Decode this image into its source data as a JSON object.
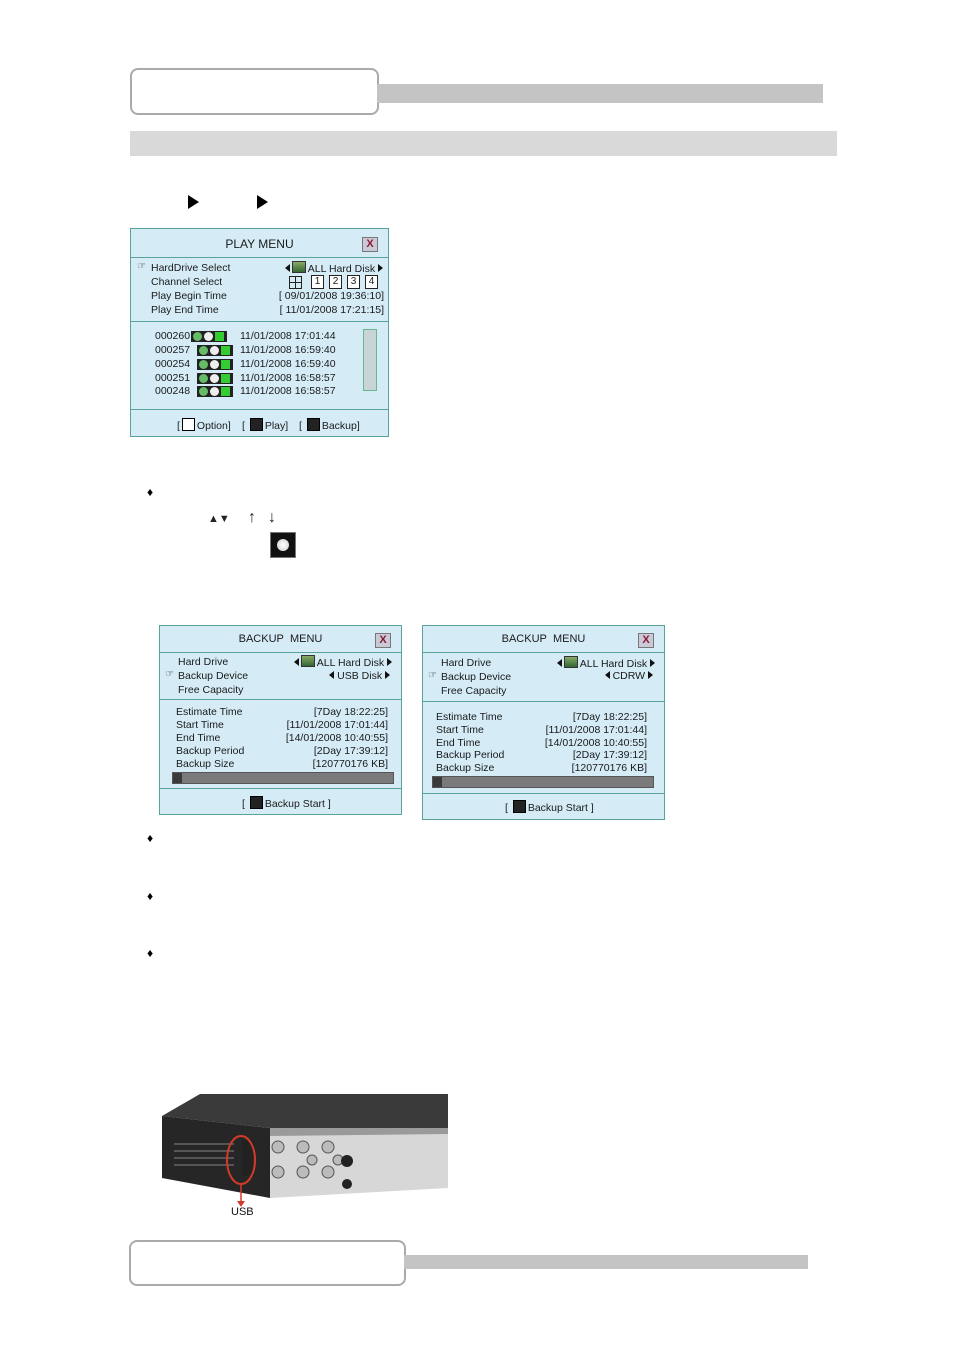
{
  "play_menu": {
    "title": "PLAY MENU",
    "close": "X",
    "rows": [
      {
        "label": "HardDrive Select",
        "value": "ALL Hard Disk"
      },
      {
        "label": "Channel Select",
        "channels": [
          "1",
          "2",
          "3",
          "4"
        ]
      },
      {
        "label": "Play Begin Time",
        "value": "[ 09/01/2008  19:36:10]"
      },
      {
        "label": "Play End Time",
        "value": "[ 11/01/2008  17:21:15]"
      }
    ],
    "events": [
      {
        "id": "000260",
        "time": "11/01/2008  17:01:44"
      },
      {
        "id": "000257",
        "time": "11/01/2008  16:59:40"
      },
      {
        "id": "000254",
        "time": "11/01/2008  16:59:40"
      },
      {
        "id": "000251",
        "time": "11/01/2008  16:58:57"
      },
      {
        "id": "000248",
        "time": "11/01/2008  16:58:57"
      }
    ],
    "footer": {
      "option": "Option]",
      "play": "Play]",
      "backup": "Backup]"
    }
  },
  "backup_usb": {
    "title_a": "BACKUP",
    "title_b": "MENU",
    "close": "X",
    "hard_drive_label": "Hard Drive",
    "hard_drive_value": "ALL Hard Disk",
    "device_label": "Backup Device",
    "device_value": "USB Disk",
    "free_label": "Free Capacity",
    "details": [
      {
        "label": "Estimate Time",
        "value": "[7Day  18:22:25]"
      },
      {
        "label": "Start Time",
        "value": "[11/01/2008  17:01:44]"
      },
      {
        "label": "End Time",
        "value": "[14/01/2008  10:40:55]"
      },
      {
        "label": "Backup Period",
        "value": "[2Day   17:39:12]"
      },
      {
        "label": "Backup Size",
        "value": "[120770176  KB]"
      }
    ],
    "progress_fraction": 0.04,
    "start": "Backup Start ]"
  },
  "backup_cdrw": {
    "title_a": "BACKUP",
    "title_b": "MENU",
    "close": "X",
    "hard_drive_label": "Hard Drive",
    "hard_drive_value": "ALL Hard Disk",
    "device_label": "Backup Device",
    "device_value": "CDRW",
    "free_label": "Free Capacity",
    "details": [
      {
        "label": "Estimate Time",
        "value": "[7Day  18:22:25]"
      },
      {
        "label": "Start Time",
        "value": "[11/01/2008  17:01:44]"
      },
      {
        "label": "End Time",
        "value": "[14/01/2008  10:40:55]"
      },
      {
        "label": "Backup Period",
        "value": "[2Day   17:39:12]"
      },
      {
        "label": "Backup Size",
        "value": "[120770176  KB]"
      }
    ],
    "progress_fraction": 0.04,
    "start": "Backup Start ]"
  },
  "photo": {
    "usb_label": "USB"
  },
  "colors": {
    "osd_bg": "#d5ecf7",
    "osd_border": "#5aa39b",
    "bar_gray": "#c4c4c4",
    "usb_marker": "#d23a2a"
  }
}
